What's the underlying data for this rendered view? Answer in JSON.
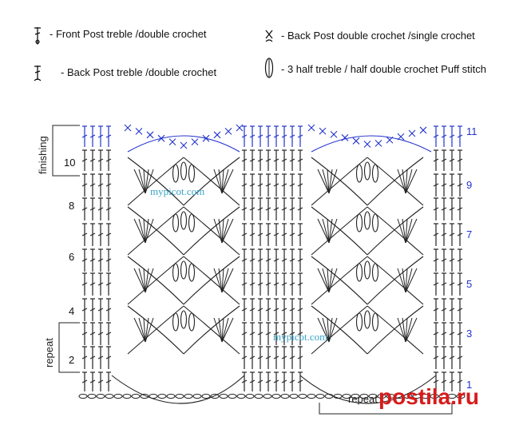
{
  "legend": {
    "front_post": "-  Front Post treble /double crochet",
    "back_post": "-  Back Post treble /double crochet",
    "back_post_dc": "-  Back Post double crochet /single crochet",
    "puff": "-  3 half treble / half double crochet Puff stitch"
  },
  "diagram": {
    "left_rows": [
      "10",
      "8",
      "6",
      "4",
      "2"
    ],
    "right_rows": [
      "11",
      "9",
      "7",
      "5",
      "3",
      "1"
    ],
    "finishing_label": "finishing",
    "repeat_left_label": "repeat",
    "repeat_bottom_label": "repeat",
    "watermark_1": "mypicot.com",
    "watermark_2": "mypicot.com",
    "brand": "postila.ru",
    "colors": {
      "stitch": "#222222",
      "finishing": "#2233cc",
      "rownum_right": "#2233cc",
      "brand": "#d81b1b"
    }
  }
}
